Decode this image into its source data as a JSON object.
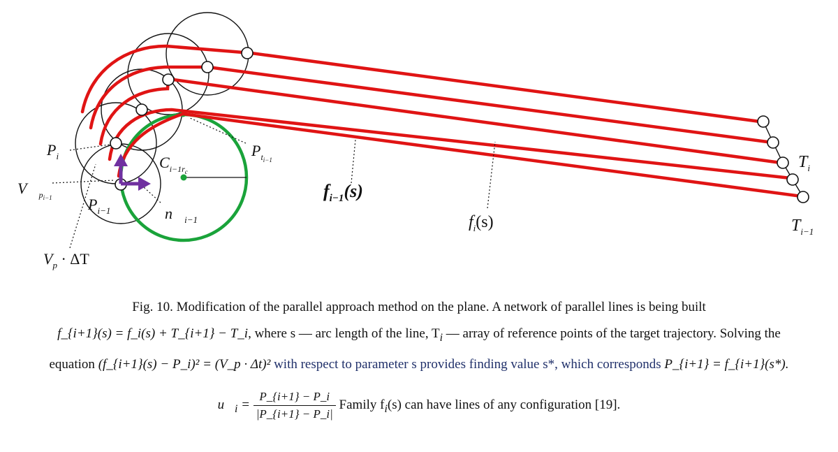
{
  "figure": {
    "labels": {
      "p_i": "P",
      "p_i_sub": "i",
      "p_im1": "P",
      "p_im1_sub": "i−1",
      "v_p": "V⃗",
      "v_p_sub": "p",
      "v_p_subsub": "i−1",
      "vp_dt": "V",
      "vp_dt_sub": "p",
      "vp_dt_rest": " · ΔT",
      "c": "C",
      "c_sub": "i−1r",
      "c_subsub": "c",
      "p_t": "P",
      "p_t_sub": "t",
      "p_t_subsub": "i−1",
      "n": "n⃗",
      "n_sub": "i−1",
      "f_im1": "f",
      "f_im1_sub": "i−1",
      "f_im1_arg": "(s)",
      "f_i": "f",
      "f_i_sub": "i",
      "f_i_arg": "(s)",
      "t_i": "T",
      "t_i_sub": "i",
      "t_im1": "T",
      "t_im1_sub": "i−1"
    },
    "colors": {
      "path": "#e01414",
      "circle": "#1aa33a",
      "vector": "#7030a0"
    }
  },
  "caption": {
    "line1": "Fig. 10. Modification of the parallel approach method on the plane. A network of parallel lines is being built",
    "line2_formula": "f_{i+1}(s) = f_i(s) + T_{i+1} − T_i",
    "line2_text": ", where s — arc length of the line, T",
    "line2_sub": "i",
    "line2_tail": " — array of reference points of the target trajectory. Solving the",
    "line3_lead": "equation",
    "line3_formula": "(f_{i+1}(s) − P_i)² = (V_p · Δt)²",
    "line3_mid": "with respect to parameter s provides finding value s*, which corresponds",
    "line3_formula2": "P_{i+1} = f_{i+1}(s*).",
    "line4_lhs": "u⃗",
    "line4_lhs_sub": "i",
    "line4_num": "P_{i+1} − P_i",
    "line4_den": "|P_{i+1} − P_i|",
    "line4_text": "Family f",
    "line4_text_sub": "i",
    "line4_text_tail": "(s) can have lines of any configuration [19]."
  }
}
